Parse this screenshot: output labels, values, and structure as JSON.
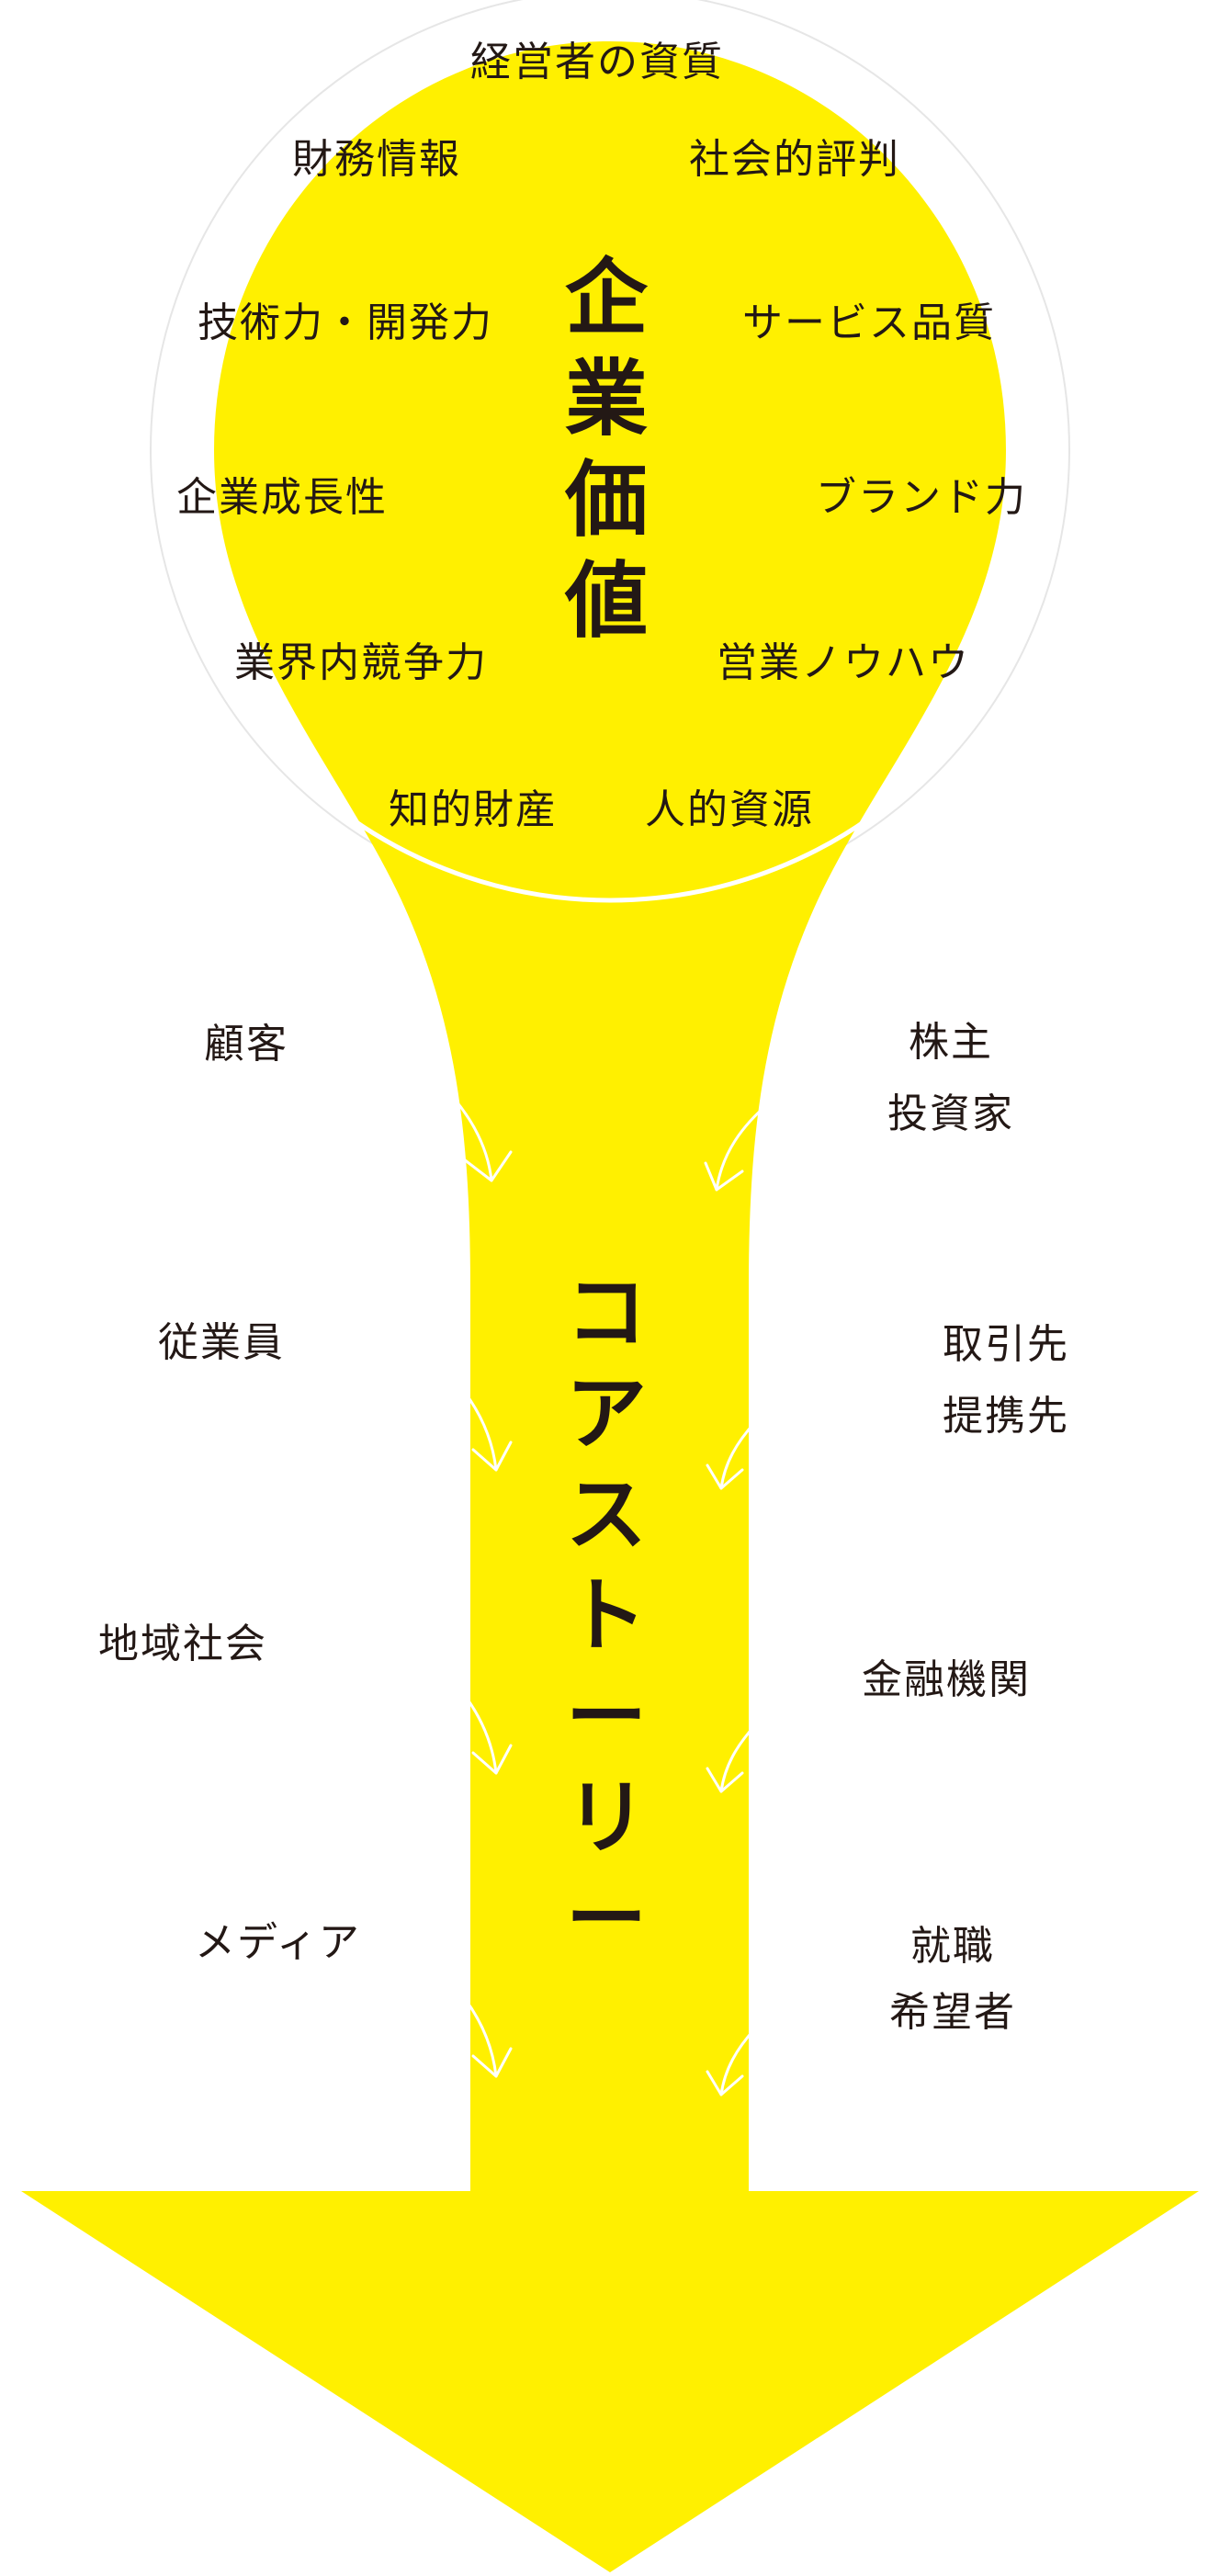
{
  "center_title": [
    "企",
    "業",
    "価",
    "値"
  ],
  "arrow_title": [
    "コ",
    "ア",
    "ス",
    "ト",
    "ー",
    "リ",
    "ー"
  ],
  "value_factors": {
    "top": "経営者の資質",
    "row1_left": "財務情報",
    "row1_right": "社会的評判",
    "row2_left": "技術力・開発力",
    "row2_right": "サービス品質",
    "row3_left": "企業成長性",
    "row3_right": "ブランド力",
    "row4_left": "業界内競争力",
    "row4_right": "営業ノウハウ",
    "bottom_left": "知的財産",
    "bottom_right": "人的資源"
  },
  "stakeholders_left": [
    "顧客",
    "従業員",
    "地域社会",
    "メディア"
  ],
  "stakeholders_right": [
    [
      "株主",
      "投資家"
    ],
    [
      "取引先",
      "提携先"
    ],
    [
      "金融機関"
    ],
    [
      "就職",
      "希望者"
    ]
  ],
  "colors": {
    "yellow": "#FFF000",
    "text": "#231815",
    "line": "#ffffff",
    "outline": "#e6e6e6"
  }
}
